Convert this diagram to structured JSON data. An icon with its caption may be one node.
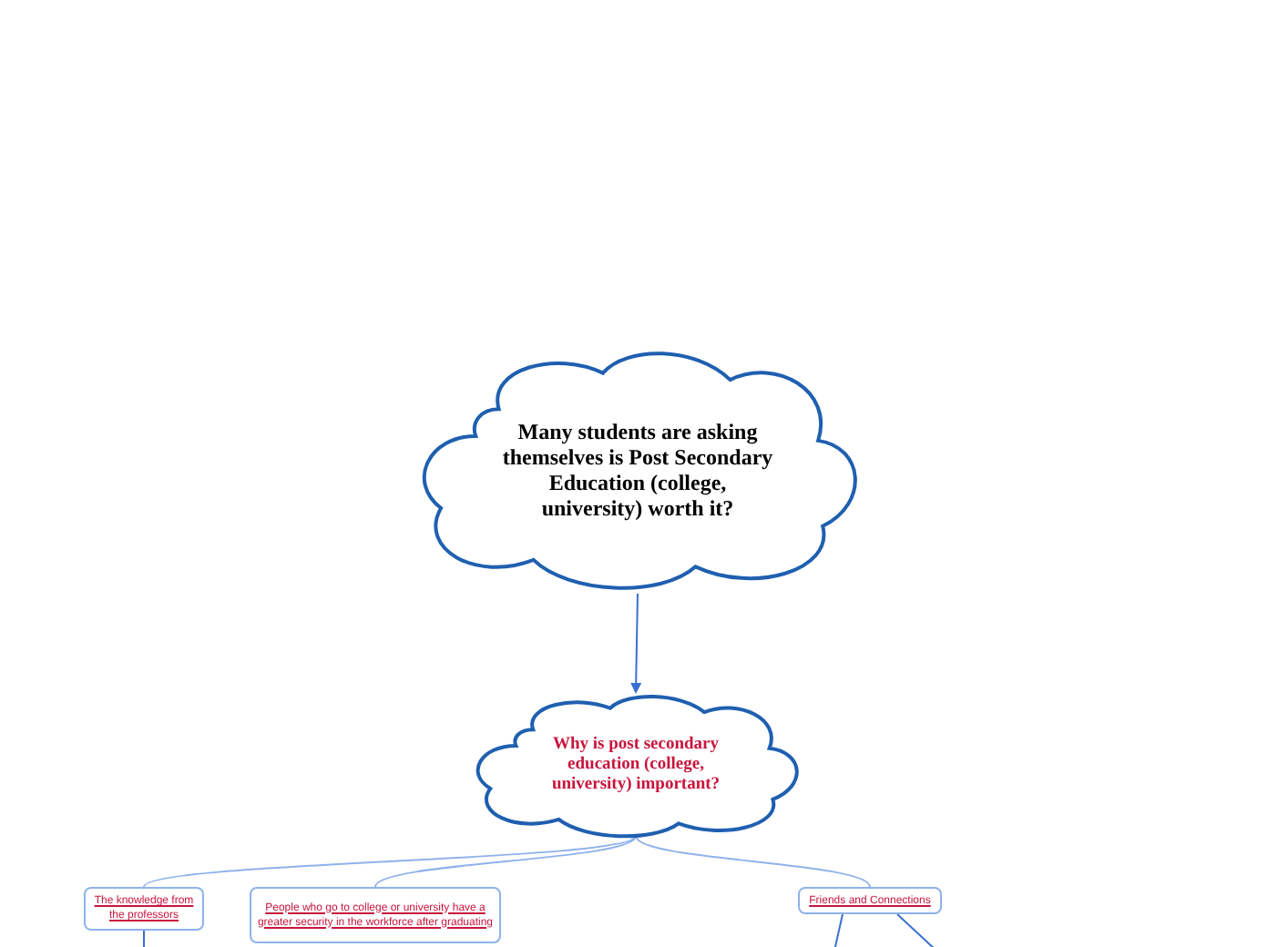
{
  "diagram": {
    "nodes": [
      {
        "text": [
          "Many students are asking themselves is Post Secondary Education (college, university) worth it?"
        ]
      },
      {
        "text": [
          "Why is post secondary education (college, university) important?"
        ]
      },
      {
        "text": [
          "The knowledge from the professors"
        ]
      },
      {
        "text": [
          "People who go to college or university have a greater security in the workforce after graduating"
        ]
      },
      {
        "text": [
          "Friends and Connections"
        ]
      }
    ],
    "edges": [
      {
        "from": 0,
        "to": 1,
        "arrow": "to"
      },
      {
        "from": 1,
        "to": 2,
        "arrow": "none"
      },
      {
        "from": 1,
        "to": 3,
        "arrow": "none"
      },
      {
        "from": 1,
        "to": 4,
        "arrow": "none"
      },
      {
        "from": 2,
        "to": null,
        "arrow": "none"
      },
      {
        "from": 4,
        "to": null,
        "arrow": "none"
      },
      {
        "from": 4,
        "to": null,
        "arrow": "none"
      }
    ]
  }
}
